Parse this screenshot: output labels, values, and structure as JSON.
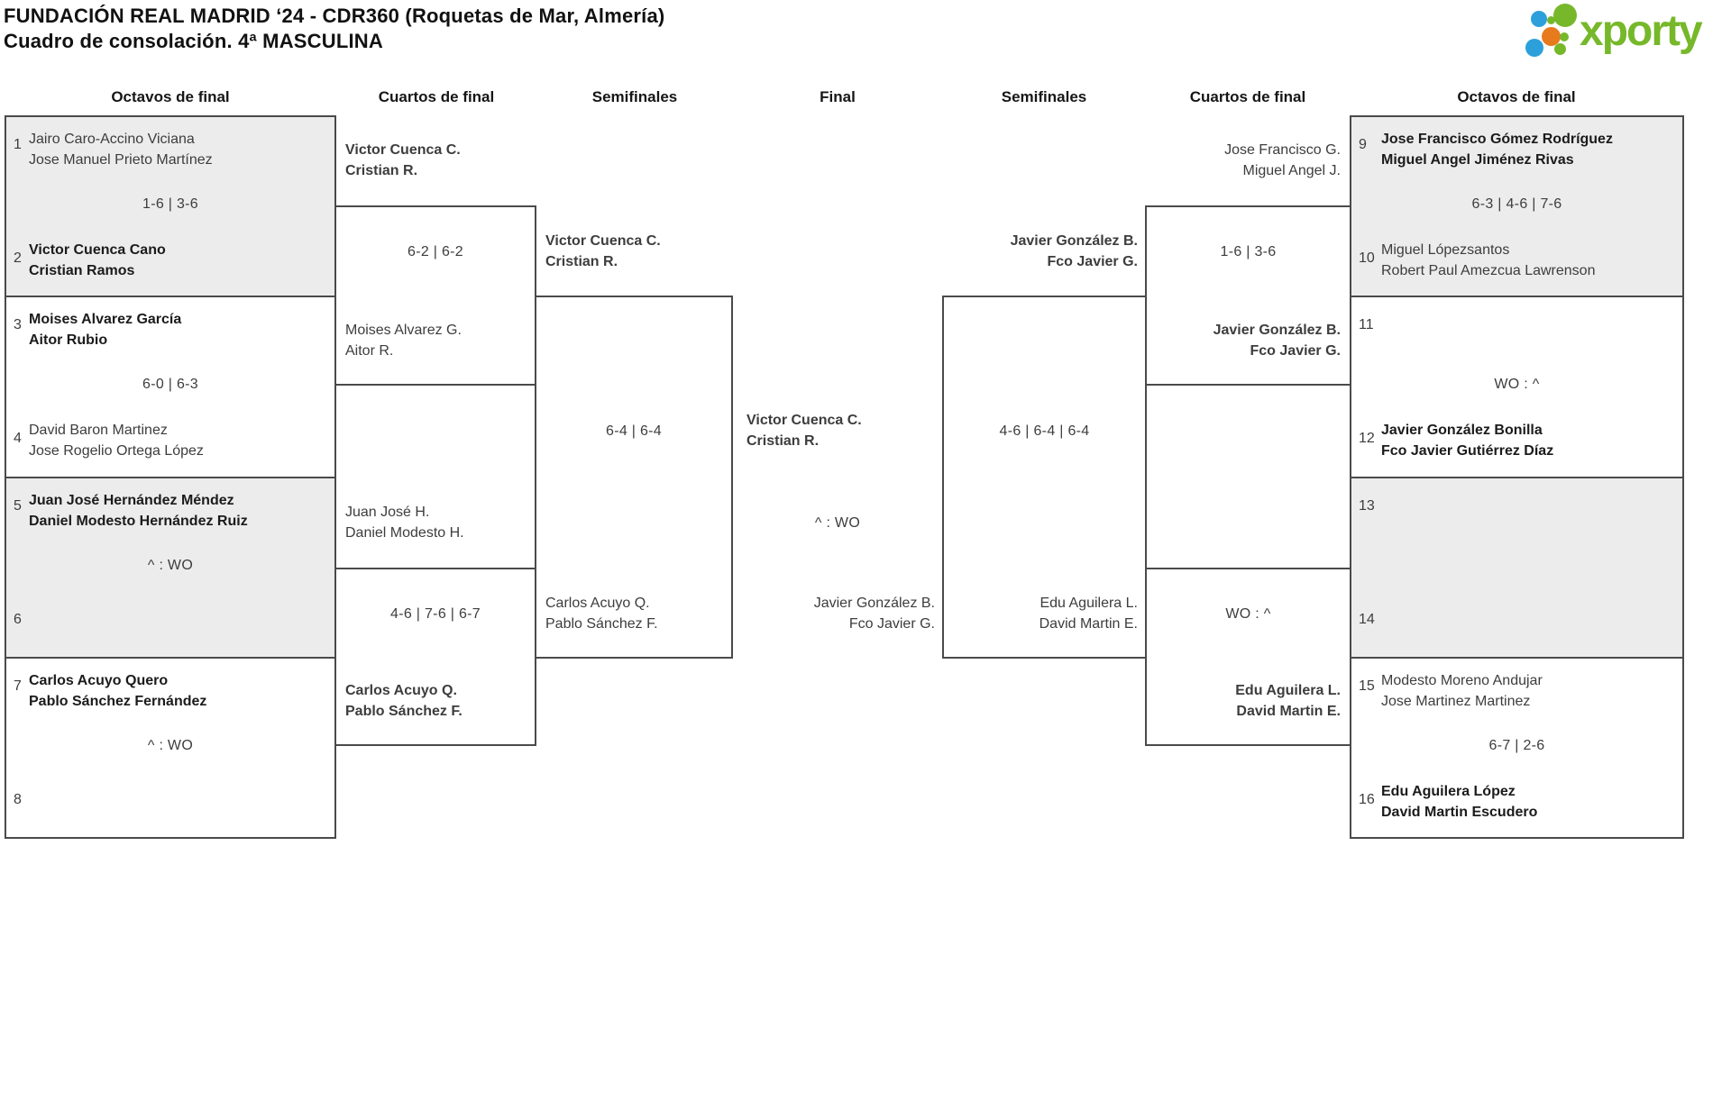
{
  "page": {
    "title_line1": "FUNDACIÓN REAL MADRID ‘24 - CDR360 (Roquetas de Mar, Almería)",
    "title_line2": "Cuadro de consolación. 4ª MASCULINA"
  },
  "logo": {
    "text": "xporty"
  },
  "round_headers": [
    "Octavos de final",
    "Cuartos de final",
    "Semifinales",
    "Final",
    "Semifinales",
    "Cuartos de final",
    "Octavos de final"
  ],
  "colors": {
    "logo_green": "#76b82a",
    "logo_blue": "#2da0dc",
    "logo_orange": "#e87a1e",
    "box_grey": "#ececec",
    "border_grey": "#4a4a4a"
  },
  "octavos_left": [
    {
      "seed_top": "1",
      "team_top": [
        "Jairo Caro-Accino Viciana",
        "Jose Manuel Prieto Martínez"
      ],
      "score": "1-6 | 3-6",
      "seed_bottom": "2",
      "team_bottom": [
        "Victor Cuenca Cano",
        "Cristian Ramos"
      ],
      "winner": "bottom"
    },
    {
      "seed_top": "3",
      "team_top": [
        "Moises Alvarez García",
        "Aitor Rubio"
      ],
      "score": "6-0 | 6-3",
      "seed_bottom": "4",
      "team_bottom": [
        "David Baron Martinez",
        "Jose Rogelio Ortega López"
      ],
      "winner": "top"
    },
    {
      "seed_top": "5",
      "team_top": [
        "Juan José Hernández Méndez",
        "Daniel Modesto Hernández Ruiz"
      ],
      "score": "^ : WO",
      "seed_bottom": "6",
      "team_bottom": [],
      "winner": "top"
    },
    {
      "seed_top": "7",
      "team_top": [
        "Carlos Acuyo Quero",
        "Pablo Sánchez Fernández"
      ],
      "score": "^ : WO",
      "seed_bottom": "8",
      "team_bottom": [],
      "winner": "top"
    }
  ],
  "octavos_right": [
    {
      "seed_top": "9",
      "team_top": [
        "Jose Francisco Gómez Rodríguez",
        "Miguel Angel Jiménez Rivas"
      ],
      "score": "6-3 | 4-6 | 7-6",
      "seed_bottom": "10",
      "team_bottom": [
        "Miguel Lópezsantos",
        "Robert Paul Amezcua Lawrenson"
      ],
      "winner": "top"
    },
    {
      "seed_top": "11",
      "team_top": [],
      "score": "WO : ^",
      "seed_bottom": "12",
      "team_bottom": [
        "Javier González Bonilla",
        "Fco Javier Gutiérrez Díaz"
      ],
      "winner": "bottom"
    },
    {
      "seed_top": "13",
      "team_top": [],
      "score": "",
      "seed_bottom": "14",
      "team_bottom": [],
      "winner": ""
    },
    {
      "seed_top": "15",
      "team_top": [
        "Modesto Moreno Andujar",
        "Jose Martinez Martinez"
      ],
      "score": "6-7 | 2-6",
      "seed_bottom": "16",
      "team_bottom": [
        "Edu Aguilera López",
        "David Martin Escudero"
      ],
      "winner": "bottom"
    }
  ],
  "cuartos": [
    {
      "top": [
        "Victor Cuenca C.",
        "Cristian R."
      ],
      "score": "6-2 | 6-2",
      "bottom": [
        "Moises Alvarez G.",
        "Aitor R."
      ],
      "winner": "top"
    },
    {
      "top": [
        "Juan José H.",
        "Daniel Modesto H."
      ],
      "score": "4-6 | 7-6 | 6-7",
      "bottom": [
        "Carlos Acuyo Q.",
        "Pablo Sánchez F."
      ],
      "winner": "bottom"
    },
    {
      "top": [
        "Jose Francisco G.",
        "Miguel Angel J."
      ],
      "score": "1-6 | 3-6",
      "bottom": [
        "Javier González B.",
        "Fco Javier G."
      ],
      "winner": "bottom"
    },
    {
      "top": [],
      "score": "WO : ^",
      "bottom": [
        "Edu Aguilera L.",
        "David Martin E."
      ],
      "winner": "bottom"
    }
  ],
  "semifinales": [
    {
      "top": [
        "Victor Cuenca C.",
        "Cristian R."
      ],
      "score": "6-4 | 6-4",
      "bottom": [
        "Carlos Acuyo Q.",
        "Pablo Sánchez F."
      ],
      "winner": "top"
    },
    {
      "top": [
        "Javier González B.",
        "Fco Javier G."
      ],
      "score": "4-6 | 6-4 | 6-4",
      "bottom": [
        "Edu Aguilera L.",
        "David Martin E."
      ],
      "winner": "top"
    }
  ],
  "final": {
    "winner": [
      "Victor Cuenca C.",
      "Cristian R."
    ],
    "score": "^ : WO",
    "runner_up": [
      "Javier González B.",
      "Fco Javier G."
    ]
  }
}
